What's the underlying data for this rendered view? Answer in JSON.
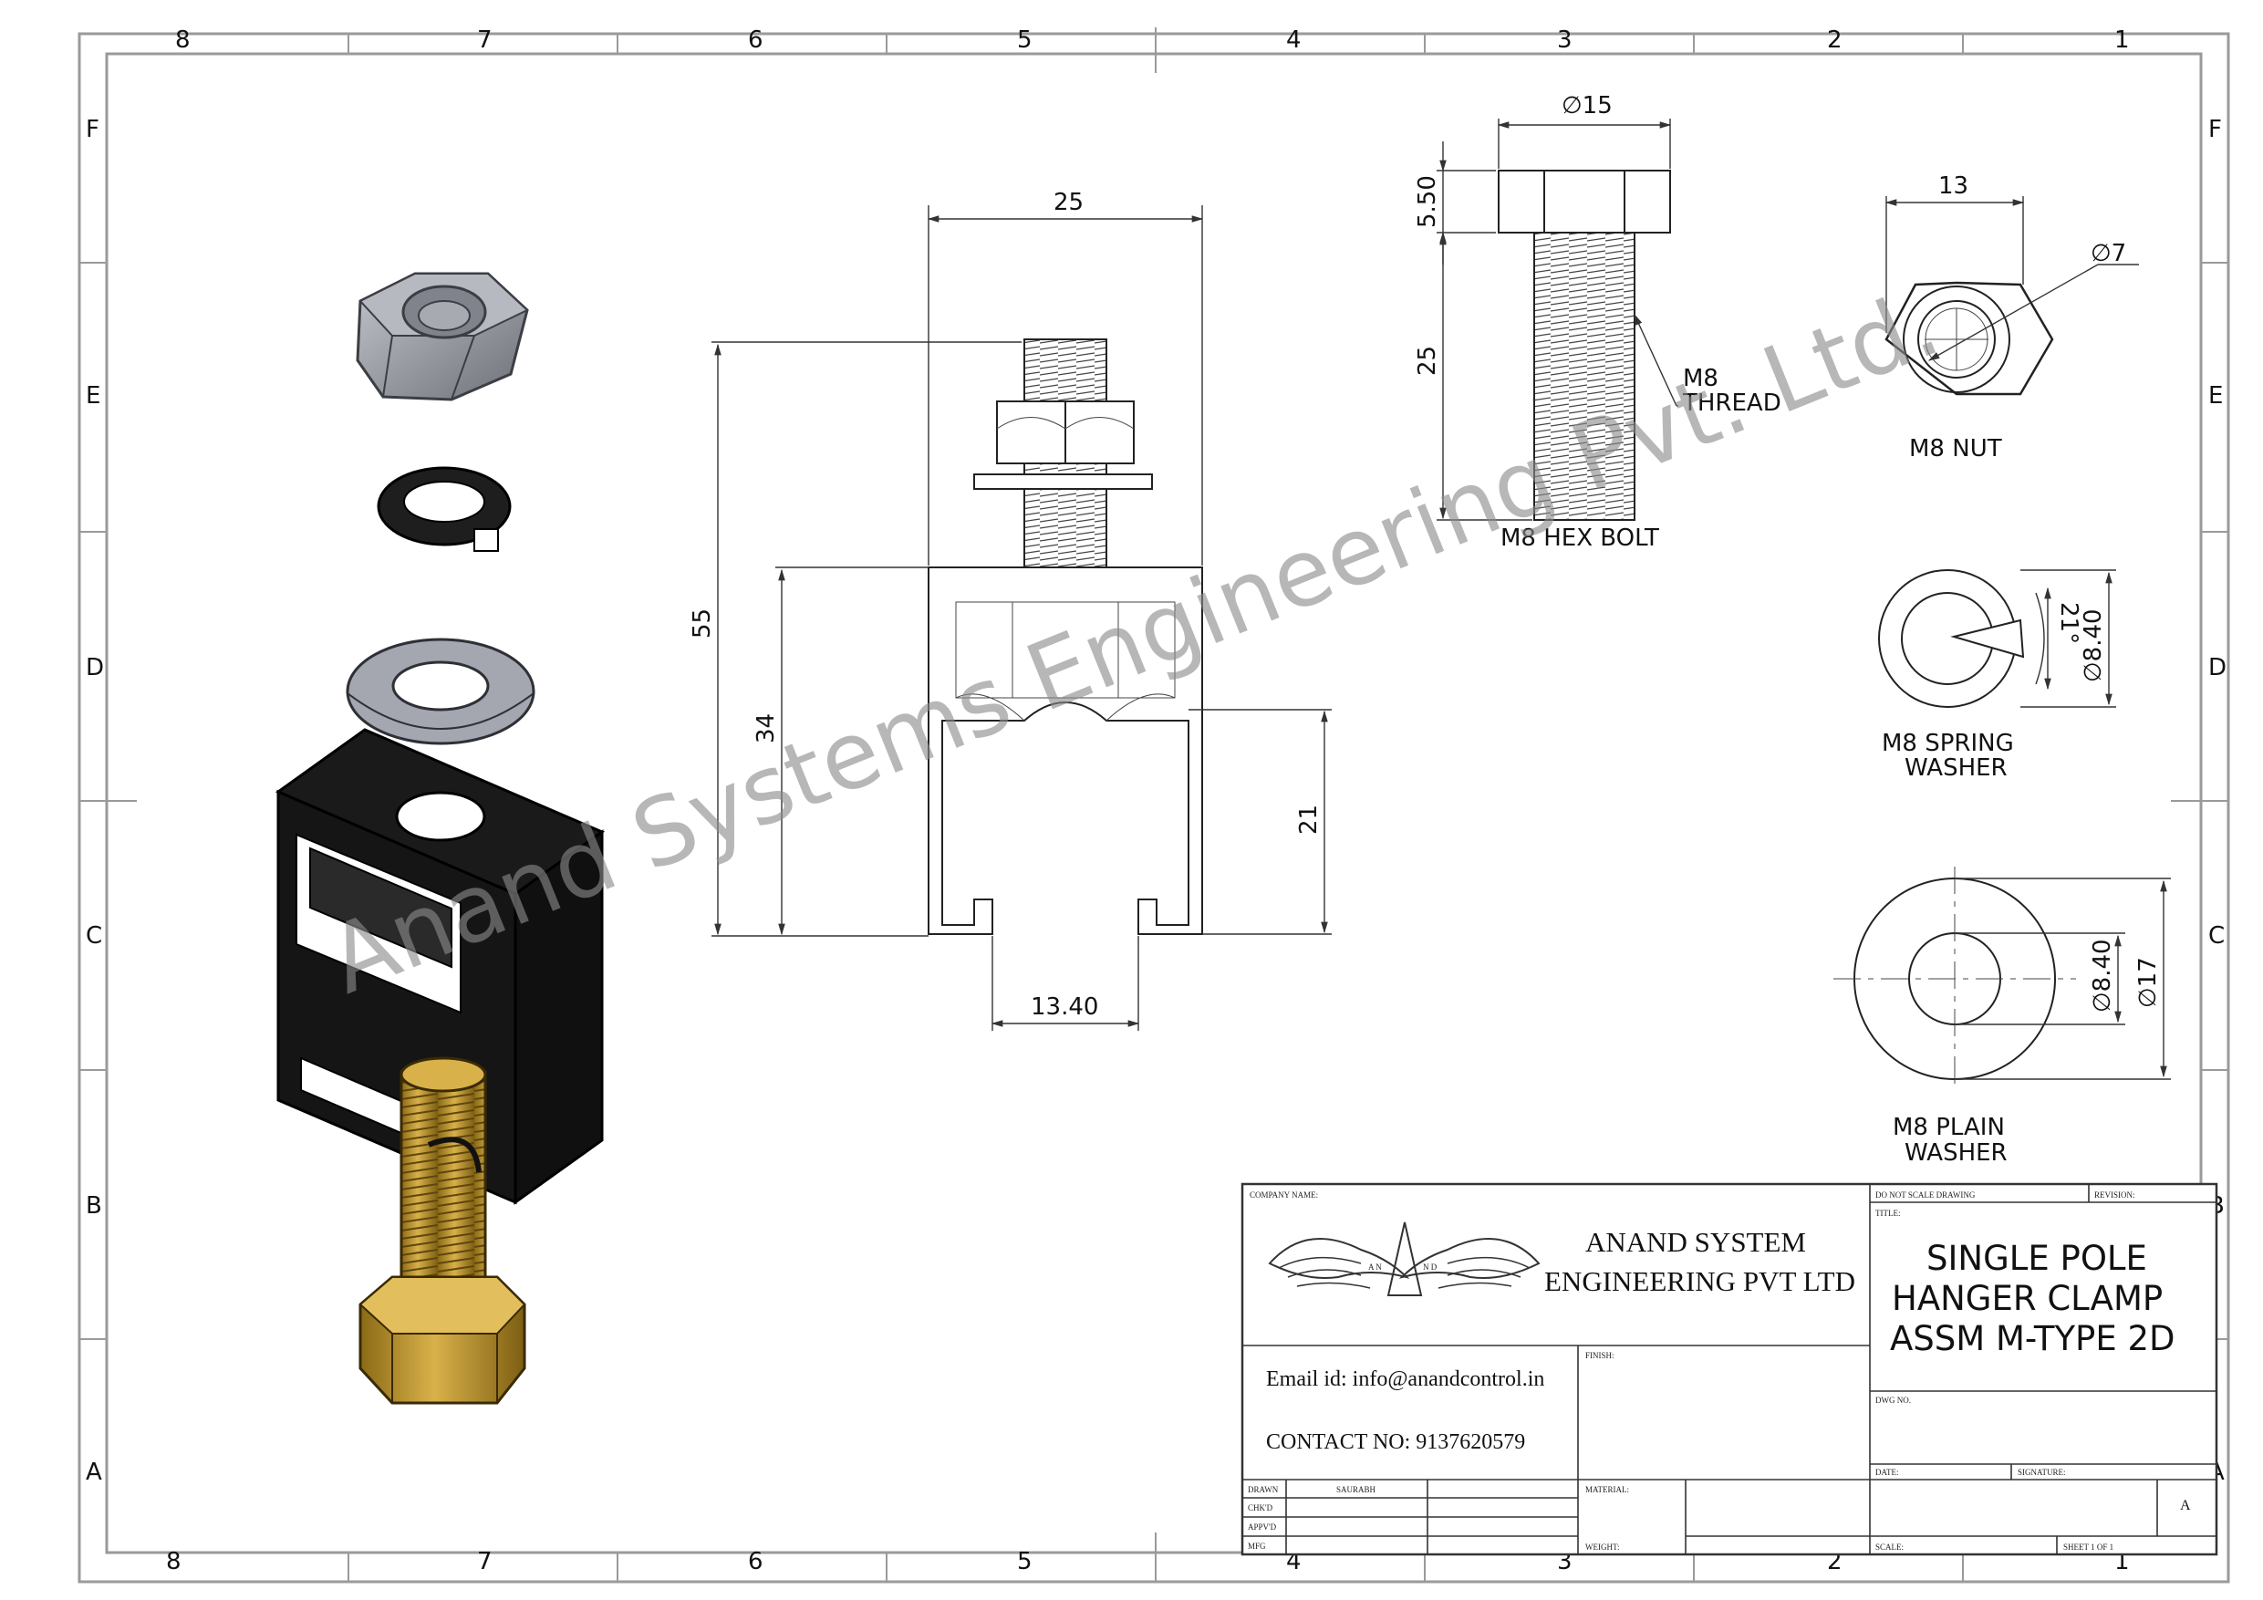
{
  "zones": {
    "columns": [
      "8",
      "7",
      "6",
      "5",
      "4",
      "3",
      "2",
      "1"
    ],
    "rows": [
      "F",
      "E",
      "D",
      "C",
      "B",
      "A"
    ]
  },
  "watermark": "Anand Systems Engineering Pvt. Ltd.",
  "clamp_view": {
    "dims": {
      "width": "25",
      "height": "55",
      "inner": "34",
      "jaw": "21",
      "slot": "13.40"
    }
  },
  "bolt_view": {
    "dims": {
      "dia": "∅15",
      "head": "5.50",
      "length": "25"
    },
    "thread_label_1": "M8",
    "thread_label_2": "THREAD",
    "caption": "M8 HEX BOLT"
  },
  "nut_view": {
    "dims": {
      "width": "13",
      "hole": "∅7"
    },
    "caption": "M8 NUT"
  },
  "spring_washer_view": {
    "dims": {
      "angle": "21°",
      "dia": "∅8.40"
    },
    "caption_1": "M8 SPRING",
    "caption_2": "WASHER"
  },
  "plain_washer_view": {
    "dims": {
      "inner": "∅8.40",
      "outer": "∅17"
    },
    "caption_1": "M8 PLAIN",
    "caption_2": "WASHER"
  },
  "title_block": {
    "company_name_label": "COMPANY NAME:",
    "logo_left": "A N",
    "logo_right": "N D",
    "company_1": "ANAND SYSTEM",
    "company_2": "ENGINEERING PVT LTD",
    "email": "Email id: info@anandcontrol.in",
    "contact": "CONTACT NO: 9137620579",
    "finish_label": "FINISH:",
    "do_not_scale": "DO NOT SCALE DRAWING",
    "revision_label": "REVISION:",
    "title_label": "TITLE:",
    "title_1": "SINGLE POLE",
    "title_2": "HANGER CLAMP",
    "title_3": "ASSM M-TYPE 2D",
    "dwg_no_label": "DWG NO.",
    "date_label": "DATE:",
    "signature_label": "SIGNATURE:",
    "sheet_size": "A",
    "drawn_label": "DRAWN",
    "drawn_name": "SAURABH",
    "chkd_label": "CHK'D",
    "appvd_label": "APPV'D",
    "mfg_label": "MFG",
    "material_label": "MATERIAL:",
    "weight_label": "WEIGHT:",
    "scale_label": "SCALE:",
    "sheet_label": "SHEET 1 OF 1"
  },
  "colors": {
    "nut": "#8f929c",
    "washer": "#a4a6b0",
    "spring_washer": "#1e1e1e",
    "clamp": "#141414",
    "bolt": "#c39a2c",
    "watermark": "#8a8a8a"
  }
}
